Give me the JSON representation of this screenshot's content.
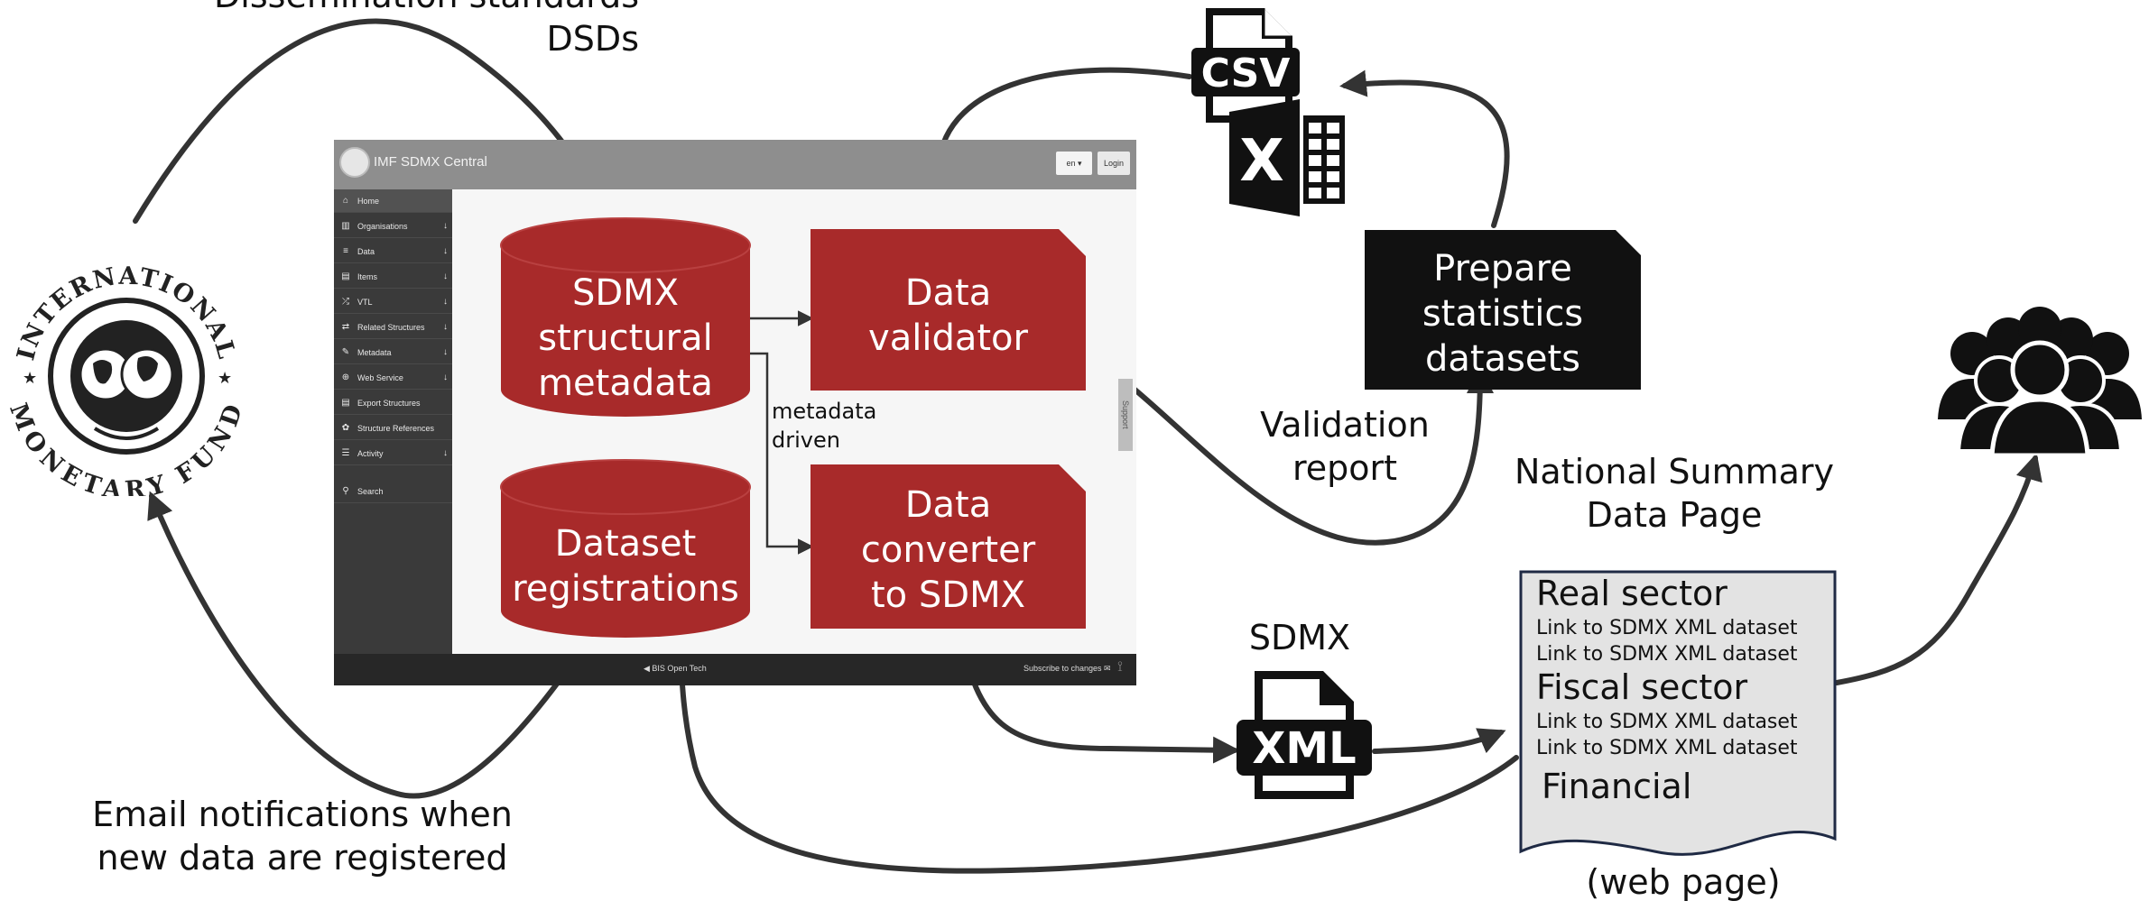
{
  "labels": {
    "dissemination": "Dissemination standards",
    "dsds": "DSDs",
    "metadata_driven_1": "metadata",
    "metadata_driven_2": "driven",
    "validation_report_1": "Validation",
    "validation_report_2": "report",
    "national_summary_1": "National Summary",
    "national_summary_2": "Data Page",
    "sdmx": "SDMX",
    "email_1": "Email notifications when",
    "email_2": "new data are registered",
    "web_page": "(web page)"
  },
  "nodes": {
    "sdmx_metadata": [
      "SDMX",
      "structural",
      "metadata"
    ],
    "dataset_registrations": [
      "Dataset",
      "registrations"
    ],
    "data_validator": [
      "Data",
      "validator"
    ],
    "data_converter": [
      "Data",
      "converter",
      "to SDMX"
    ],
    "prepare_stats": [
      "Prepare",
      "statistics",
      "datasets"
    ]
  },
  "icons": {
    "imf_seal": "imf-seal-icon",
    "csv": "csv-file-icon",
    "excel": "excel-icon",
    "xml": "xml-file-icon",
    "users": "users-group-icon"
  },
  "imf_seal_text": {
    "top": "INTERNATIONAL",
    "bottom": "MONETARY FUND"
  },
  "file_icon_text": {
    "csv": "CSV",
    "excel": "X",
    "xml": "XML"
  },
  "summary_page": {
    "real_sector": "Real sector",
    "real_link_1": "Link to SDMX XML dataset",
    "real_link_2": "Link to SDMX XML dataset",
    "fiscal_sector": "Fiscal sector",
    "fiscal_link_1": "Link to SDMX XML dataset",
    "fiscal_link_2": "Link to SDMX XML dataset",
    "financial": "Financial"
  },
  "app": {
    "title": "IMF SDMX Central",
    "lang": "en ▾",
    "login": "Login",
    "support": "Support",
    "footer_open": "◀ BIS Open Tech",
    "footer_subscribe": "Subscribe to changes ✉",
    "nav": [
      {
        "label": "Home",
        "icon": "⌂"
      },
      {
        "label": "Organisations",
        "icon": "▥",
        "arrow": "↓"
      },
      {
        "label": "Data",
        "icon": "≡",
        "arrow": "↓"
      },
      {
        "label": "Items",
        "icon": "▤",
        "arrow": "↓"
      },
      {
        "label": "VTL",
        "icon": "⤮",
        "arrow": "↓"
      },
      {
        "label": "Related Structures",
        "icon": "⇄",
        "arrow": "↓"
      },
      {
        "label": "Metadata",
        "icon": "✎",
        "arrow": "↓"
      },
      {
        "label": "Web Service",
        "icon": "⊕",
        "arrow": "↓"
      },
      {
        "label": "Export Structures",
        "icon": "▤"
      },
      {
        "label": "Structure References",
        "icon": "✿"
      },
      {
        "label": "Activity",
        "icon": "☰",
        "arrow": "↓"
      },
      {
        "label": "Search",
        "icon": "⚲"
      }
    ]
  },
  "colors": {
    "node_red": "#a82a2a",
    "node_black": "#111111",
    "arrow": "#333333"
  }
}
